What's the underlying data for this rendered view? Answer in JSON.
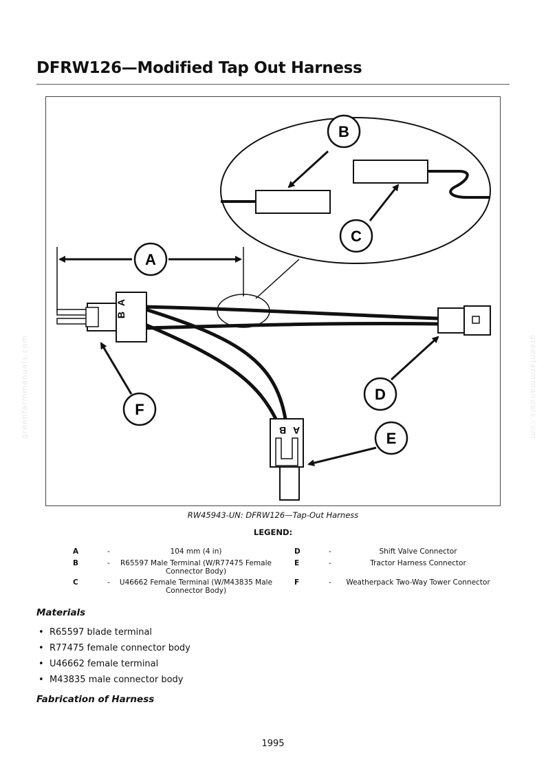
{
  "page": {
    "title": "DFRW126—Modified Tap Out Harness",
    "watermark": "greenfarmmanuals.com",
    "page_number": "1995"
  },
  "figure": {
    "callouts": [
      "A",
      "B",
      "C",
      "D",
      "E",
      "F"
    ],
    "connector_pins": [
      "B",
      "A"
    ],
    "caption": "RW45943-UN: DFRW126—Tap-Out Harness"
  },
  "legend": {
    "title": "LEGEND:",
    "items": [
      {
        "key": "A",
        "dash": "-",
        "desc": "104 mm (4 in)"
      },
      {
        "key": "B",
        "dash": "-",
        "desc": "R65597 Male Terminal (W/R77475 Female Connector Body)"
      },
      {
        "key": "C",
        "dash": "-",
        "desc": "U46662 Female Terminal (W/M43835 Male Connector Body)"
      },
      {
        "key": "D",
        "dash": "-",
        "desc": "Shift Valve Connector"
      },
      {
        "key": "E",
        "dash": "-",
        "desc": "Tractor Harness Connector"
      },
      {
        "key": "F",
        "dash": "-",
        "desc": "Weatherpack Two-Way Tower Connector"
      }
    ]
  },
  "materials": {
    "heading": "Materials",
    "bullet": "•",
    "items": [
      "R65597 blade terminal",
      "R77475 female connector body",
      "U46662 female terminal",
      "M43835 male connector body"
    ]
  },
  "fabrication": {
    "heading": "Fabrication of Harness"
  }
}
